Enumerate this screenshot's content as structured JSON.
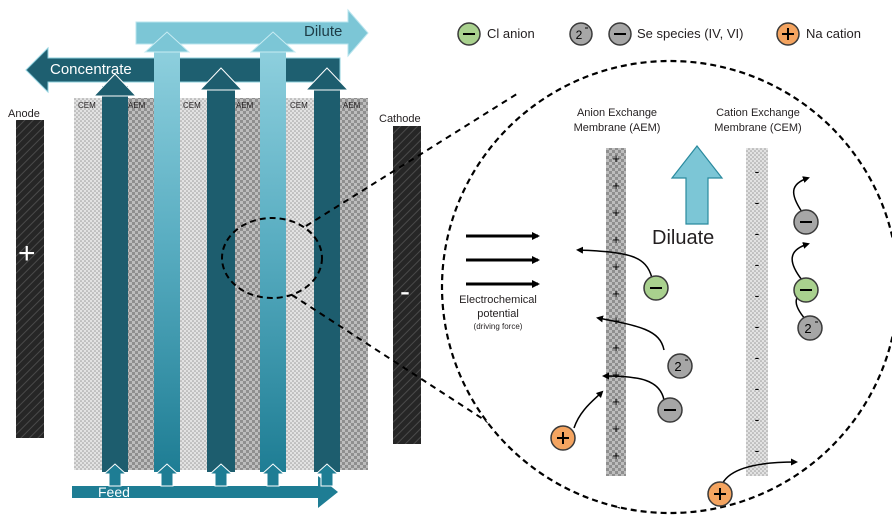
{
  "legend": {
    "cl_anion": "Cl anion",
    "se_species": "Se species (IV, VI)",
    "na_cation": "Na cation",
    "charge_two": "2"
  },
  "stack": {
    "dilute_arrow": "Dilute",
    "concentrate_arrow": "Concentrate",
    "feed_arrow": "Feed",
    "anode_label": "Anode",
    "cathode_label": "Cathode",
    "anode_sign": "+",
    "cathode_sign": "-",
    "membrane_labels": [
      "CEM",
      "AEM",
      "CEM",
      "AEM",
      "CEM",
      "AEM"
    ]
  },
  "zoom": {
    "aem_label_line1": "Anion Exchange",
    "aem_label_line2": "Membrane (AEM)",
    "cem_label_line1": "Cation Exchange",
    "cem_label_line2": "Membrane (CEM)",
    "dilute_label": "Diluate",
    "potential_line1": "Electrochemical",
    "potential_line2": "potential",
    "potential_line3": "(driving force)",
    "aem_charge": "+",
    "cem_charge": "-"
  },
  "colors": {
    "dark_channel": "#1d5d6e",
    "mid_channel": "#2a8a9e",
    "light_channel": "#79c3d3",
    "electrode": "#2b2b2b",
    "anion_green": "#a9d18e",
    "se_gray": "#a6a6a6",
    "cation_orange": "#f4a460"
  }
}
